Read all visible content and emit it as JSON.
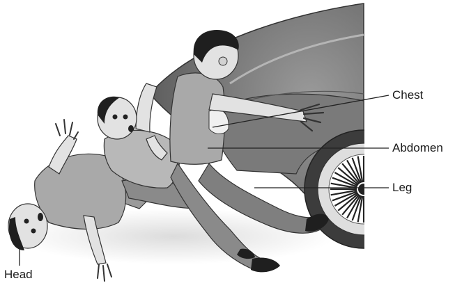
{
  "labels": {
    "chest": "Chest",
    "abdomen": "Abdomen",
    "leg": "Leg",
    "head": "Head"
  },
  "colors": {
    "car_dark": "#6f6f6f",
    "car_mid": "#8f8f8f",
    "car_light": "#bdbdbd",
    "skin": "#e2e2e2",
    "shirt": "#a9a9a9",
    "pants": "#8a8a8a",
    "hair": "#1f1f1f",
    "leader_line": "#222222"
  }
}
